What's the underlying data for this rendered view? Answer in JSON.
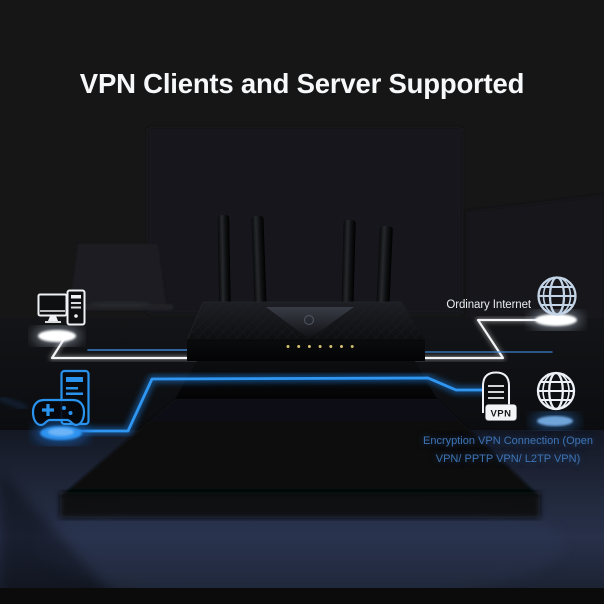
{
  "title": "VPN Clients and Server Supported",
  "diagram": {
    "ordinary_internet_label": "Ordinary Internet",
    "vpn_caption_line1": "Encryption VPN Connection (Open",
    "vpn_caption_line2": "VPN/ PPTP VPN/ L2TP VPN)",
    "vpn_badge": "VPN",
    "nodes": [
      {
        "icon": "desktop-computer-icon",
        "side": "left-top",
        "line": "ordinary-internet-line"
      },
      {
        "icon": "game-console-icon",
        "side": "left-bottom",
        "line": "vpn-connection-line"
      },
      {
        "icon": "router-photo",
        "side": "center"
      },
      {
        "icon": "globe-icon",
        "side": "right-top",
        "label": "Ordinary Internet"
      },
      {
        "icon": "vpn-server-icon",
        "side": "right-bottom",
        "badge": "VPN"
      },
      {
        "icon": "globe-icon",
        "side": "right-bottom"
      }
    ],
    "colors": {
      "vpn_line_blue": "#2f96f2",
      "caption_blue": "#3e74b4",
      "ordinary_line_white": "#f2f4f6",
      "floor_navy": "#232a3c",
      "led_gold": "#d6c170"
    }
  }
}
